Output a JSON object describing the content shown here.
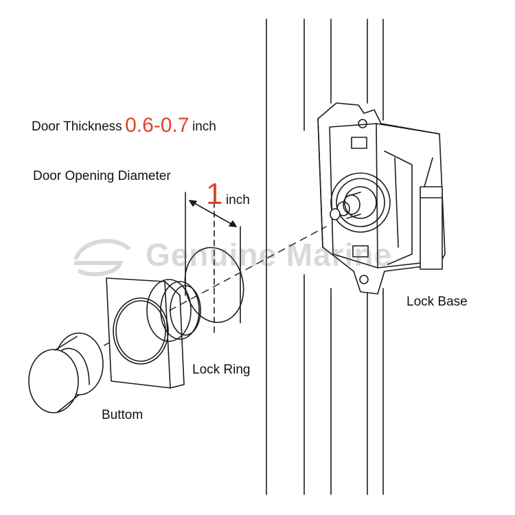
{
  "labels": {
    "door_thickness_prefix": "Door Thickness",
    "door_thickness_value": "0.6-0.7",
    "door_thickness_unit": "inch",
    "door_opening_label": "Door Opening Diameter",
    "door_opening_value": "1",
    "door_opening_unit": "inch",
    "lock_base": "Lock Base",
    "lock_ring": "Lock Ring",
    "button": "Buttom"
  },
  "watermark": {
    "text": "Genuine Marine"
  },
  "colors": {
    "accent": "#e0442b",
    "line": "#1a1a1a"
  }
}
